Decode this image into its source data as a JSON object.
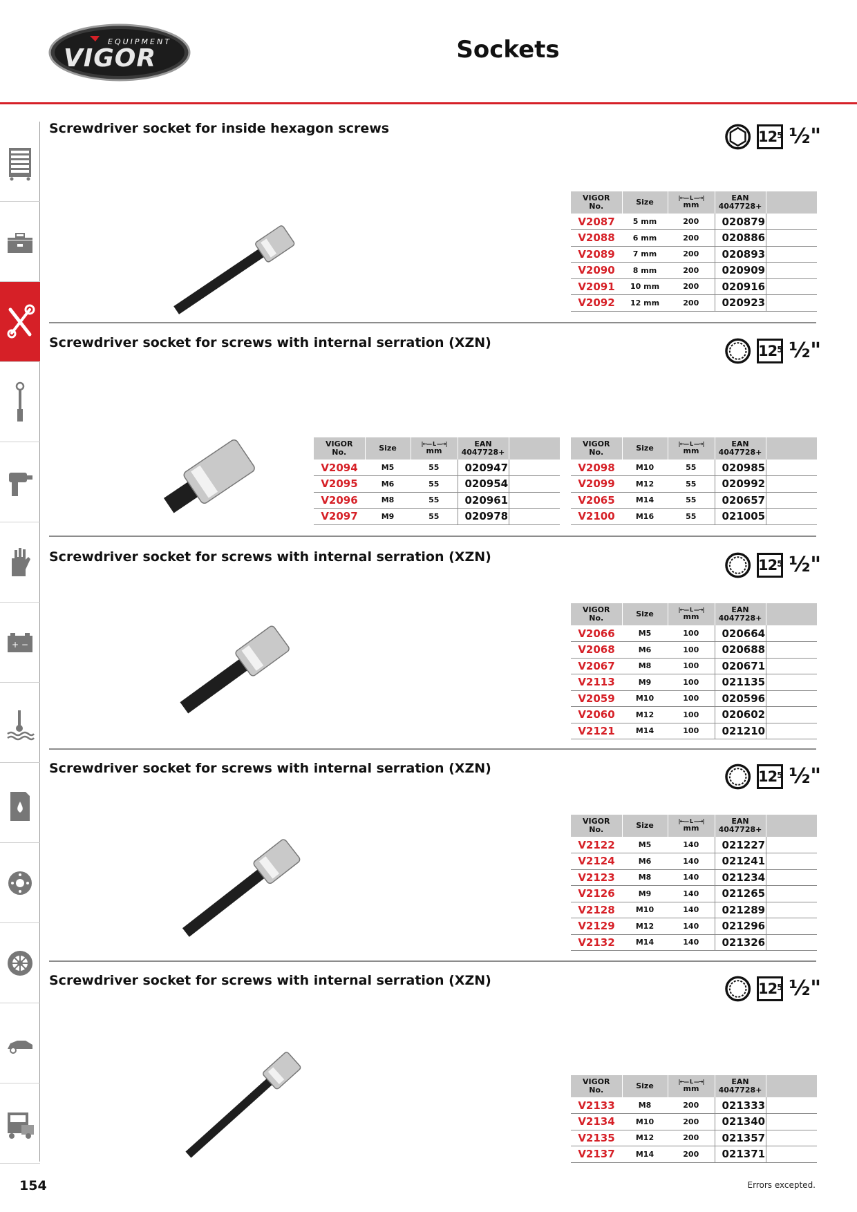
{
  "header": {
    "brand": "VIGOR",
    "brand_sub": "EQUIPMENT",
    "page_title": "Sockets"
  },
  "colors": {
    "accent": "#d62027",
    "header_gray": "#c8c8c8"
  },
  "sidebar": {
    "items": [
      {
        "icon": "tool-cabinet-icon",
        "active": false
      },
      {
        "icon": "toolbox-icon",
        "active": false
      },
      {
        "icon": "screwdriver-wrench-icon",
        "active": true
      },
      {
        "icon": "torque-wrench-icon",
        "active": false
      },
      {
        "icon": "impact-wrench-icon",
        "active": false
      },
      {
        "icon": "glove-icon",
        "active": false
      },
      {
        "icon": "battery-icon",
        "active": false
      },
      {
        "icon": "coolant-temperature-icon",
        "active": false
      },
      {
        "icon": "oil-canister-icon",
        "active": false
      },
      {
        "icon": "brake-disc-icon",
        "active": false
      },
      {
        "icon": "wheel-icon",
        "active": false
      },
      {
        "icon": "car-body-icon",
        "active": false
      },
      {
        "icon": "truck-icon",
        "active": false
      }
    ]
  },
  "table_headers": {
    "vigor_no": [
      "VIGOR",
      "No."
    ],
    "size": "Size",
    "length_unit": "mm",
    "length_arrow": "|←— L —→|",
    "ean": [
      "EAN",
      "4047728+"
    ]
  },
  "sections": [
    {
      "title": "Screwdriver socket for inside hexagon screws",
      "profile_icon": "hexagon-profile-icon",
      "drive_size": "12",
      "drive_size_sup": "5",
      "drive_fraction": "½\"",
      "tables": [
        {
          "rows": [
            {
              "no": "V2087",
              "size": "5 mm",
              "length": "200",
              "ean": "020879"
            },
            {
              "no": "V2088",
              "size": "6 mm",
              "length": "200",
              "ean": "020886"
            },
            {
              "no": "V2089",
              "size": "7 mm",
              "length": "200",
              "ean": "020893"
            },
            {
              "no": "V2090",
              "size": "8 mm",
              "length": "200",
              "ean": "020909"
            },
            {
              "no": "V2091",
              "size": "10 mm",
              "length": "200",
              "ean": "020916"
            },
            {
              "no": "V2092",
              "size": "12 mm",
              "length": "200",
              "ean": "020923"
            }
          ]
        }
      ]
    },
    {
      "title": "Screwdriver socket for screws with internal serration (XZN)",
      "profile_icon": "serration-profile-icon",
      "drive_size": "12",
      "drive_size_sup": "5",
      "drive_fraction": "½\"",
      "tables": [
        {
          "rows": [
            {
              "no": "V2094",
              "size": "M5",
              "length": "55",
              "ean": "020947"
            },
            {
              "no": "V2095",
              "size": "M6",
              "length": "55",
              "ean": "020954"
            },
            {
              "no": "V2096",
              "size": "M8",
              "length": "55",
              "ean": "020961"
            },
            {
              "no": "V2097",
              "size": "M9",
              "length": "55",
              "ean": "020978"
            }
          ]
        },
        {
          "rows": [
            {
              "no": "V2098",
              "size": "M10",
              "length": "55",
              "ean": "020985"
            },
            {
              "no": "V2099",
              "size": "M12",
              "length": "55",
              "ean": "020992"
            },
            {
              "no": "V2065",
              "size": "M14",
              "length": "55",
              "ean": "020657"
            },
            {
              "no": "V2100",
              "size": "M16",
              "length": "55",
              "ean": "021005"
            }
          ]
        }
      ]
    },
    {
      "title": "Screwdriver socket for screws with internal serration (XZN)",
      "profile_icon": "serration-profile-icon",
      "drive_size": "12",
      "drive_size_sup": "5",
      "drive_fraction": "½\"",
      "tables": [
        {
          "rows": [
            {
              "no": "V2066",
              "size": "M5",
              "length": "100",
              "ean": "020664"
            },
            {
              "no": "V2068",
              "size": "M6",
              "length": "100",
              "ean": "020688"
            },
            {
              "no": "V2067",
              "size": "M8",
              "length": "100",
              "ean": "020671"
            },
            {
              "no": "V2113",
              "size": "M9",
              "length": "100",
              "ean": "021135"
            },
            {
              "no": "V2059",
              "size": "M10",
              "length": "100",
              "ean": "020596"
            },
            {
              "no": "V2060",
              "size": "M12",
              "length": "100",
              "ean": "020602"
            },
            {
              "no": "V2121",
              "size": "M14",
              "length": "100",
              "ean": "021210"
            }
          ]
        }
      ]
    },
    {
      "title": "Screwdriver socket for screws with internal serration (XZN)",
      "profile_icon": "serration-profile-icon",
      "drive_size": "12",
      "drive_size_sup": "5",
      "drive_fraction": "½\"",
      "tables": [
        {
          "rows": [
            {
              "no": "V2122",
              "size": "M5",
              "length": "140",
              "ean": "021227"
            },
            {
              "no": "V2124",
              "size": "M6",
              "length": "140",
              "ean": "021241"
            },
            {
              "no": "V2123",
              "size": "M8",
              "length": "140",
              "ean": "021234"
            },
            {
              "no": "V2126",
              "size": "M9",
              "length": "140",
              "ean": "021265"
            },
            {
              "no": "V2128",
              "size": "M10",
              "length": "140",
              "ean": "021289"
            },
            {
              "no": "V2129",
              "size": "M12",
              "length": "140",
              "ean": "021296"
            },
            {
              "no": "V2132",
              "size": "M14",
              "length": "140",
              "ean": "021326"
            }
          ]
        }
      ]
    },
    {
      "title": "Screwdriver socket for screws with internal serration (XZN)",
      "profile_icon": "serration-profile-icon",
      "drive_size": "12",
      "drive_size_sup": "5",
      "drive_fraction": "½\"",
      "tables": [
        {
          "rows": [
            {
              "no": "V2133",
              "size": "M8",
              "length": "200",
              "ean": "021333"
            },
            {
              "no": "V2134",
              "size": "M10",
              "length": "200",
              "ean": "021340"
            },
            {
              "no": "V2135",
              "size": "M12",
              "length": "200",
              "ean": "021357"
            },
            {
              "no": "V2137",
              "size": "M14",
              "length": "200",
              "ean": "021371"
            }
          ]
        }
      ]
    }
  ],
  "footer": {
    "page_number": "154",
    "note": "Errors excepted."
  }
}
